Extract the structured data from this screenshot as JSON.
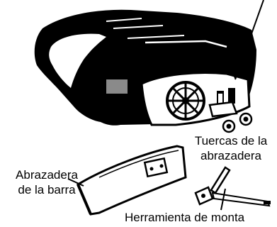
{
  "labels": {
    "clamp_nuts": [
      "Tuercas de la",
      "abrazadera"
    ],
    "bar_clamp": [
      "Abrazadera",
      "de la barra"
    ],
    "mounting_tool": "Herramienta de monta"
  },
  "colors": {
    "ink": "#000000",
    "paper": "#ffffff",
    "gray": "#8a8a8a"
  }
}
